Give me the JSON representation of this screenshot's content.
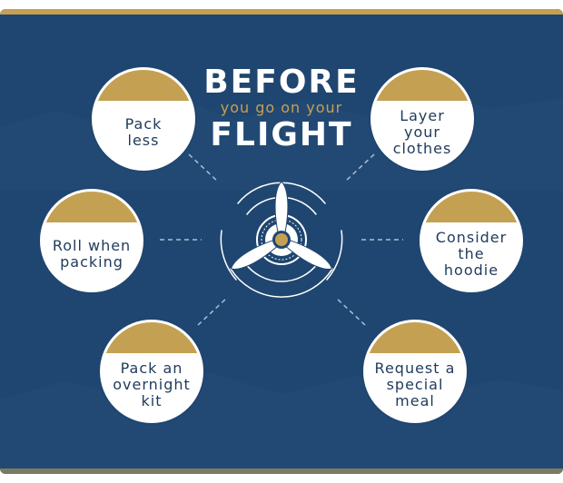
{
  "colors": {
    "navy": "#1f4670",
    "gold": "#c4a052",
    "white": "#ffffff",
    "text": "#1f3a5c"
  },
  "title": {
    "line1": "BEFORE",
    "line2": "you go on your",
    "line3": "FLIGHT"
  },
  "tips": [
    "Pack\nless",
    "Layer\nyour\nclothes",
    "Roll when\npacking",
    "Consider\nthe\nhoodie",
    "Pack an\novernight\nkit",
    "Request a\nspecial\nmeal"
  ],
  "icons": {
    "center": "propeller-icon"
  }
}
